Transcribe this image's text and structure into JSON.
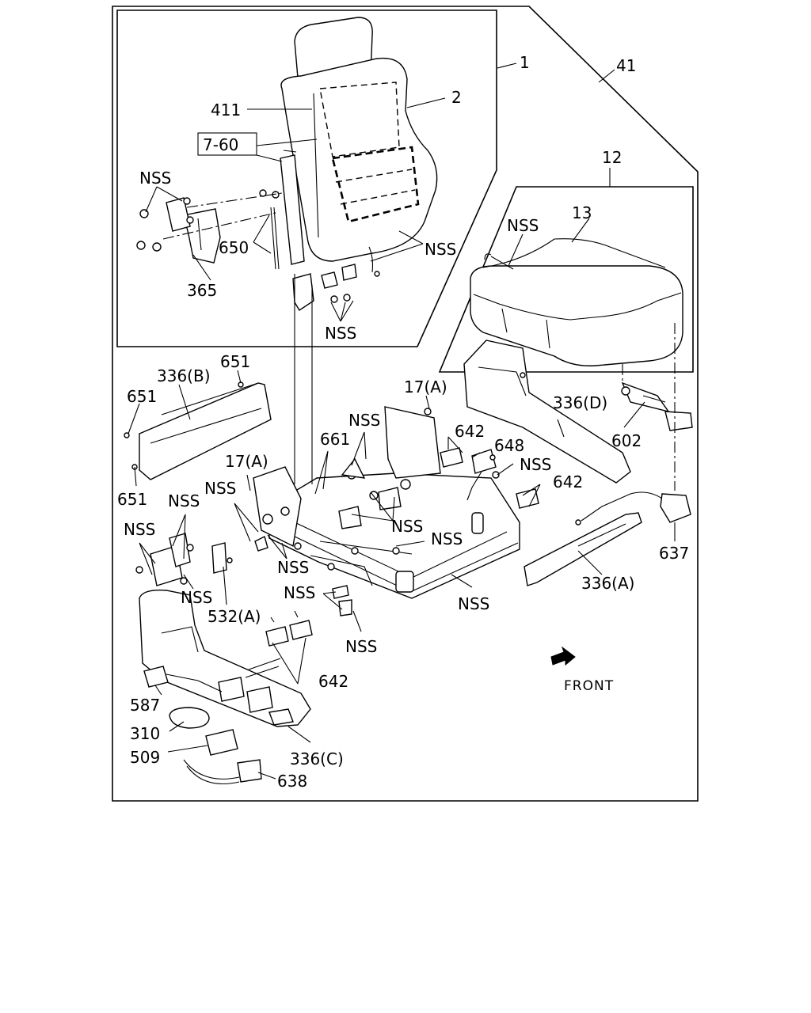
{
  "labels": {
    "l1": "1",
    "l41": "41",
    "l2": "2",
    "l411": "411",
    "l760": "7-60",
    "nss_back_left": "NSS",
    "l650": "650",
    "nss_back_right": "NSS",
    "l365": "365",
    "nss_back_bottom": "NSS",
    "l12": "12",
    "l13": "13",
    "nss_cushion": "NSS",
    "l336b": "336(B)",
    "l651a": "651",
    "l651b": "651",
    "l651c": "651",
    "l17a_top": "17(A)",
    "nss_frame_top": "NSS",
    "l661": "661",
    "l642_top": "642",
    "l648": "648",
    "nss_648": "NSS",
    "l336d": "336(D)",
    "l602": "602",
    "l642_mid": "642",
    "l17a_left": "17(A)",
    "nss_17a_left": "NSS",
    "nss_left_upper": "NSS",
    "nss_left_far": "NSS",
    "nss_frame_mid": "NSS",
    "nss_frame_right": "NSS",
    "nss_frame_low": "NSS",
    "nss_left_low": "NSS",
    "l532a": "532(A)",
    "nss_clip": "NSS",
    "nss_rail": "NSS",
    "nss_bolt": "NSS",
    "l637": "637",
    "l336a": "336(A)",
    "l642_low": "642",
    "l587": "587",
    "l310": "310",
    "l509": "509",
    "l336c": "336(C)",
    "l638": "638",
    "front": "FRONT"
  },
  "icons": {
    "front_arrow": "front-arrow-icon"
  },
  "colors": {
    "ink": "#000000",
    "paper": "#ffffff"
  }
}
